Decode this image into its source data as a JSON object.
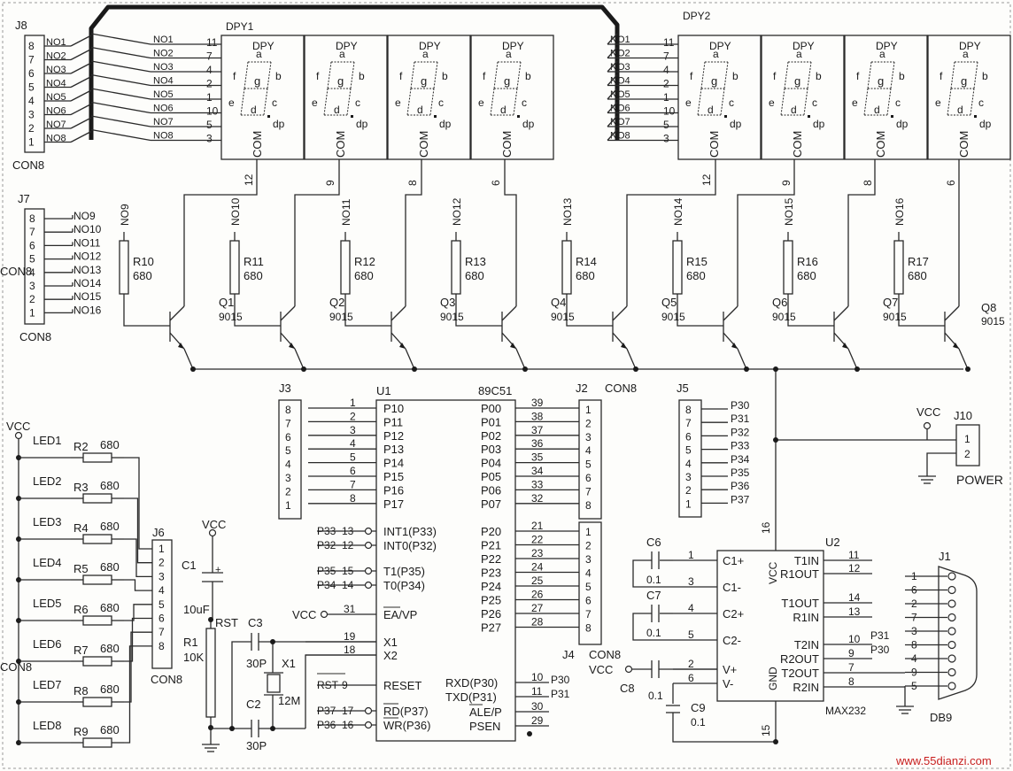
{
  "watermark": "www.55dianzi.com",
  "colors": {
    "ink": "#1a1a1a",
    "paper": "#fdfdfb",
    "watermark": "#c81e1e"
  },
  "j8": {
    "ref": "J8",
    "type": "CON8",
    "pins": [
      "8",
      "7",
      "6",
      "5",
      "4",
      "3",
      "2",
      "1"
    ],
    "nets": [
      "NO1",
      "NO2",
      "NO3",
      "NO4",
      "NO5",
      "NO6",
      "NO7",
      "NO8"
    ]
  },
  "j7": {
    "ref": "J7",
    "type": "CON8",
    "pins": [
      "8",
      "7",
      "6",
      "5",
      "4",
      "3",
      "2",
      "1"
    ],
    "nets": [
      "NO9",
      "NO10",
      "NO11",
      "NO12",
      "NO13",
      "NO14",
      "NO15",
      "NO16"
    ]
  },
  "dpy1": {
    "ref": "DPY1",
    "seg_pins": [
      "11",
      "7",
      "4",
      "2",
      "1",
      "10",
      "5",
      "3"
    ]
  },
  "dpy2": {
    "ref": "DPY2",
    "seg_pins": [
      "11",
      "7",
      "4",
      "2",
      "1",
      "10",
      "5",
      "3"
    ]
  },
  "seg_letters": [
    "a",
    "b",
    "c",
    "d",
    "e",
    "f",
    "g",
    "dp"
  ],
  "dpy": {
    "name": "DPY",
    "a": "a",
    "b": "b",
    "c": "c",
    "d": "d",
    "e": "e",
    "f": "f",
    "g": "g",
    "dp": "dp",
    "com": "COM"
  },
  "com_pins": [
    "12",
    "9",
    "8",
    "6",
    "12",
    "9",
    "8",
    "6"
  ],
  "drivers": [
    {
      "net": "NO9",
      "r": "R10",
      "rv": "680",
      "q": "Q1",
      "qv": "9015"
    },
    {
      "net": "NO10",
      "r": "R11",
      "rv": "680",
      "q": "Q2",
      "qv": "9015"
    },
    {
      "net": "NO11",
      "r": "R12",
      "rv": "680",
      "q": "Q3",
      "qv": "9015"
    },
    {
      "net": "NO12",
      "r": "R13",
      "rv": "680",
      "q": "Q4",
      "qv": "9015"
    },
    {
      "net": "NO13",
      "r": "R14",
      "rv": "680",
      "q": "Q5",
      "qv": "9015"
    },
    {
      "net": "NO14",
      "r": "R15",
      "rv": "680",
      "q": "Q6",
      "qv": "9015"
    },
    {
      "net": "NO15",
      "r": "R16",
      "rv": "680",
      "q": "Q7",
      "qv": "9015"
    },
    {
      "net": "NO16",
      "r": "R17",
      "rv": "680",
      "q": "Q8",
      "qv": "9015"
    }
  ],
  "u1": {
    "ref": "U1",
    "part": "89C51",
    "left": [
      {
        "pin": "1",
        "name": "P10"
      },
      {
        "pin": "2",
        "name": "P11"
      },
      {
        "pin": "3",
        "name": "P12"
      },
      {
        "pin": "4",
        "name": "P13"
      },
      {
        "pin": "5",
        "name": "P14"
      },
      {
        "pin": "6",
        "name": "P15"
      },
      {
        "pin": "7",
        "name": "P16"
      },
      {
        "pin": "8",
        "name": "P17"
      }
    ],
    "left2": [
      {
        "net": "P33",
        "pin": "13",
        "name": "INT1(P33)"
      },
      {
        "net": "P32",
        "pin": "12",
        "name": "INT0(P32)"
      },
      {
        "net": "P35",
        "pin": "15",
        "name": "T1(P35)"
      },
      {
        "net": "P34",
        "pin": "14",
        "name": "T0(P34)"
      },
      {
        "net": "VCC",
        "pin": "31",
        "name": "EA/VP"
      },
      {
        "net": "",
        "pin": "19",
        "name": "X1"
      },
      {
        "net": "",
        "pin": "18",
        "name": "X2"
      },
      {
        "net": "RST",
        "pin": "9",
        "name": "RESET"
      },
      {
        "net": "P37",
        "pin": "17",
        "name": "RD(P37)"
      },
      {
        "net": "P36",
        "pin": "16",
        "name": "WR(P36)"
      }
    ],
    "right": [
      {
        "pin": "39",
        "name": "P00"
      },
      {
        "pin": "38",
        "name": "P01"
      },
      {
        "pin": "37",
        "name": "P02"
      },
      {
        "pin": "36",
        "name": "P03"
      },
      {
        "pin": "35",
        "name": "P04"
      },
      {
        "pin": "34",
        "name": "P05"
      },
      {
        "pin": "33",
        "name": "P06"
      },
      {
        "pin": "32",
        "name": "P07"
      },
      {
        "pin": "21",
        "name": "P20"
      },
      {
        "pin": "22",
        "name": "P21"
      },
      {
        "pin": "23",
        "name": "P22"
      },
      {
        "pin": "24",
        "name": "P23"
      },
      {
        "pin": "25",
        "name": "P24"
      },
      {
        "pin": "26",
        "name": "P25"
      },
      {
        "pin": "27",
        "name": "P26"
      },
      {
        "pin": "28",
        "name": "P27"
      }
    ],
    "right2": [
      {
        "pin": "10",
        "name": "RXD(P30)",
        "net": "P30"
      },
      {
        "pin": "11",
        "name": "TXD(P31)",
        "net": "P31"
      },
      {
        "pin": "30",
        "name": "ALE/P",
        "net": ""
      },
      {
        "pin": "29",
        "name": "PSEN",
        "net": ""
      }
    ]
  },
  "j3": {
    "ref": "J3",
    "type": "CON8",
    "pins": [
      "8",
      "7",
      "6",
      "5",
      "4",
      "3",
      "2",
      "1"
    ]
  },
  "j2": {
    "ref": "J2",
    "type": "CON8",
    "pins": [
      "1",
      "2",
      "3",
      "4",
      "5",
      "6",
      "7",
      "8"
    ]
  },
  "j4": {
    "ref": "J4",
    "type": "CON8",
    "pins": [
      "1",
      "2",
      "3",
      "4",
      "5",
      "6",
      "7",
      "8"
    ]
  },
  "j5": {
    "ref": "J5",
    "type": "CON8",
    "pins": [
      "8",
      "7",
      "6",
      "5",
      "4",
      "3",
      "2",
      "1"
    ],
    "nets": [
      "P30",
      "P31",
      "P32",
      "P33",
      "P34",
      "P35",
      "P36",
      "P37"
    ]
  },
  "j6": {
    "ref": "J6",
    "type": "CON8",
    "pins": [
      "1",
      "2",
      "3",
      "4",
      "5",
      "6",
      "7",
      "8"
    ]
  },
  "leds": [
    {
      "led": "LED1",
      "r": "R2",
      "rv": "680"
    },
    {
      "led": "LED2",
      "r": "R3",
      "rv": "680"
    },
    {
      "led": "LED3",
      "r": "R4",
      "rv": "680"
    },
    {
      "led": "LED4",
      "r": "R5",
      "rv": "680"
    },
    {
      "led": "LED5",
      "r": "R6",
      "rv": "680"
    },
    {
      "led": "LED6",
      "r": "R7",
      "rv": "680"
    },
    {
      "led": "LED7",
      "r": "R8",
      "rv": "680"
    },
    {
      "led": "LED8",
      "r": "R9",
      "rv": "680"
    }
  ],
  "vcc": "VCC",
  "reset": {
    "c1": "C1",
    "c1v": "10uF",
    "plus": "+",
    "r1": "R1",
    "r1v": "10K",
    "rst": "RST"
  },
  "crystal": {
    "c3": "C3",
    "c3v": "30P",
    "c2": "C2",
    "c2v": "30P",
    "x1": "X1",
    "x1v": "12M"
  },
  "power": {
    "ref": "J10",
    "pins": [
      "1",
      "2"
    ],
    "label": "POWER"
  },
  "u2": {
    "ref": "U2",
    "part": "MAX232",
    "left": [
      {
        "pin": "1",
        "name": "C1+"
      },
      {
        "pin": "3",
        "name": "C1-"
      },
      {
        "pin": "4",
        "name": "C2+"
      },
      {
        "pin": "5",
        "name": "C2-"
      },
      {
        "pin": "2",
        "name": "V+"
      },
      {
        "pin": "6",
        "name": "V-"
      }
    ],
    "right": [
      {
        "pin": "11",
        "name": "T1IN",
        "net": ""
      },
      {
        "pin": "12",
        "name": "R1OUT",
        "net": ""
      },
      {
        "pin": "14",
        "name": "T1OUT",
        "net": ""
      },
      {
        "pin": "13",
        "name": "R1IN",
        "net": ""
      },
      {
        "pin": "10",
        "name": "T2IN",
        "net": "P31"
      },
      {
        "pin": "9",
        "name": "R2OUT",
        "net": "P30"
      },
      {
        "pin": "7",
        "name": "T2OUT",
        "net": ""
      },
      {
        "pin": "8",
        "name": "R2IN",
        "net": ""
      }
    ],
    "vcc": "VCC",
    "vcc_pin": "16",
    "gnd": "GND",
    "gnd_pin": "15"
  },
  "caps232": [
    {
      "ref": "C6",
      "v": "0.1"
    },
    {
      "ref": "C7",
      "v": "0.1"
    },
    {
      "ref": "C8",
      "v": "0.1"
    },
    {
      "ref": "C9",
      "v": "0.1"
    }
  ],
  "db9": {
    "ref": "J1",
    "label": "DB9",
    "pins": [
      "1",
      "6",
      "2",
      "7",
      "3",
      "8",
      "4",
      "9",
      "5"
    ]
  }
}
